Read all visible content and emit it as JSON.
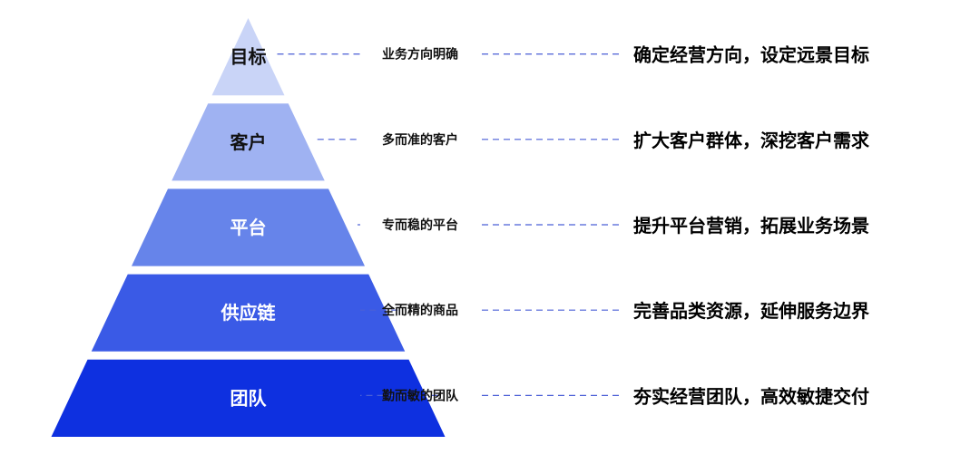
{
  "layers": [
    {
      "label": "目标",
      "short": "业务方向明确",
      "long": "确定经营方向，设定远景目标",
      "fill": "#c9d4f7",
      "text_color": "#111111"
    },
    {
      "label": "客户",
      "short": "多而准的客户",
      "long": "扩大客户群体，深挖客户需求",
      "fill": "#9fb2f2",
      "text_color": "#111111"
    },
    {
      "label": "平台",
      "short": "专而稳的平台",
      "long": "提升平台营销，拓展业务场景",
      "fill": "#6684ea",
      "text_color": "#ffffff"
    },
    {
      "label": "供应链",
      "short": "全而精的商品",
      "long": "完善品类资源，延伸服务边界",
      "fill": "#3a5ae6",
      "text_color": "#ffffff"
    },
    {
      "label": "团队",
      "short": "勤而敏的团队",
      "long": "夯实经营团队，高效敏捷交付",
      "fill": "#0e30e0",
      "text_color": "#ffffff"
    }
  ],
  "connector_color": "#4a5fd6"
}
